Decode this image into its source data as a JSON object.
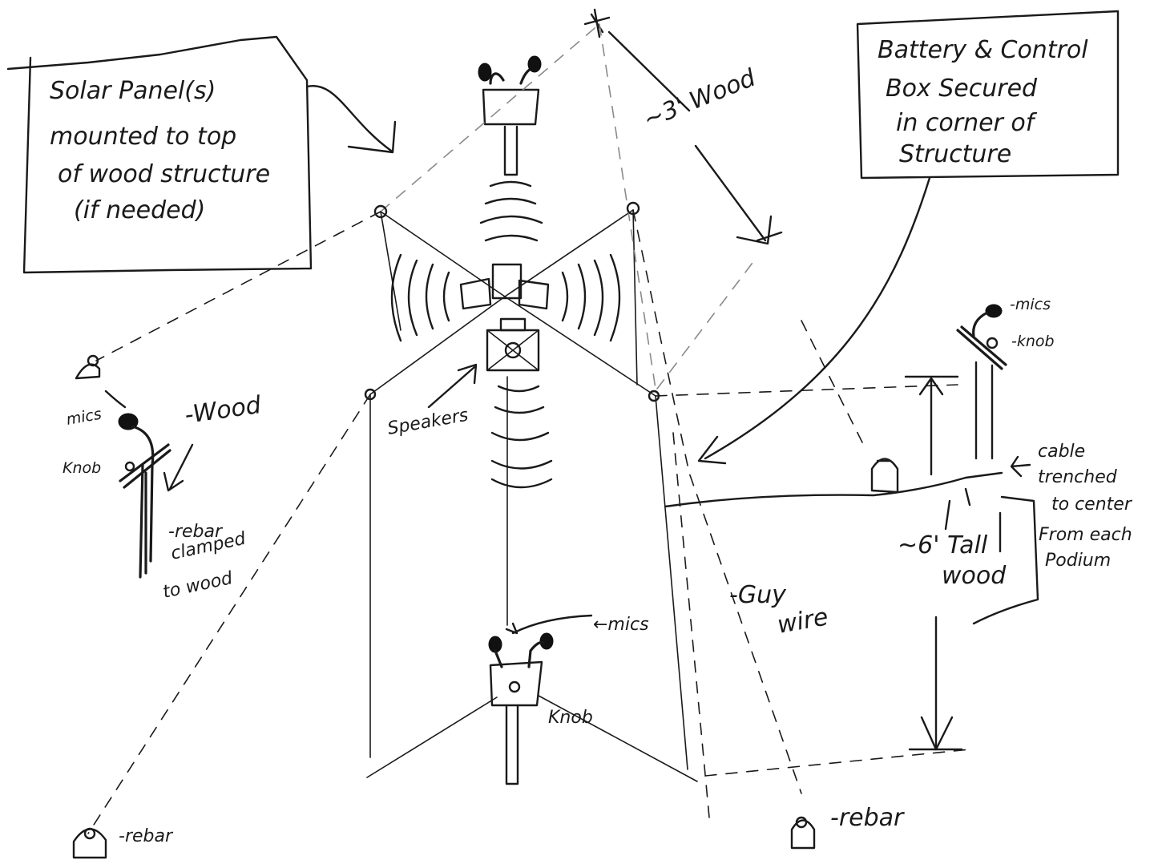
{
  "notes": {
    "solar_line1": "Solar Panel(s)",
    "solar_line2": "mounted to top",
    "solar_line3": "of wood structure",
    "solar_line4": "(if needed)",
    "battery_line1": "Battery & Control",
    "battery_line2": "Box Secured",
    "battery_line3": "in corner of",
    "battery_line4": "Structure"
  },
  "labels": {
    "wood_3ft": "~3' Wood",
    "speakers": "Speakers",
    "guy_wire_1": "-Guy",
    "guy_wire_2": "wire",
    "mics_center": "←mics",
    "knob_center": "Knob",
    "rebar_left": "-rebar",
    "rebar_right": "-rebar",
    "mics_left": "mics",
    "knob_left": "Knob",
    "wood_left": "-Wood",
    "rebar_clamp_1": "-rebar",
    "rebar_clamp_2": "clamped",
    "rebar_clamp_3": "to wood",
    "mics_right": "-mics",
    "knob_right": "-knob",
    "cable_1": "cable",
    "cable_2": "trenched",
    "cable_3": "to center",
    "cable_4": "From each",
    "cable_5": "Podium",
    "tall_1": "~6' Tall",
    "tall_2": "wood"
  }
}
